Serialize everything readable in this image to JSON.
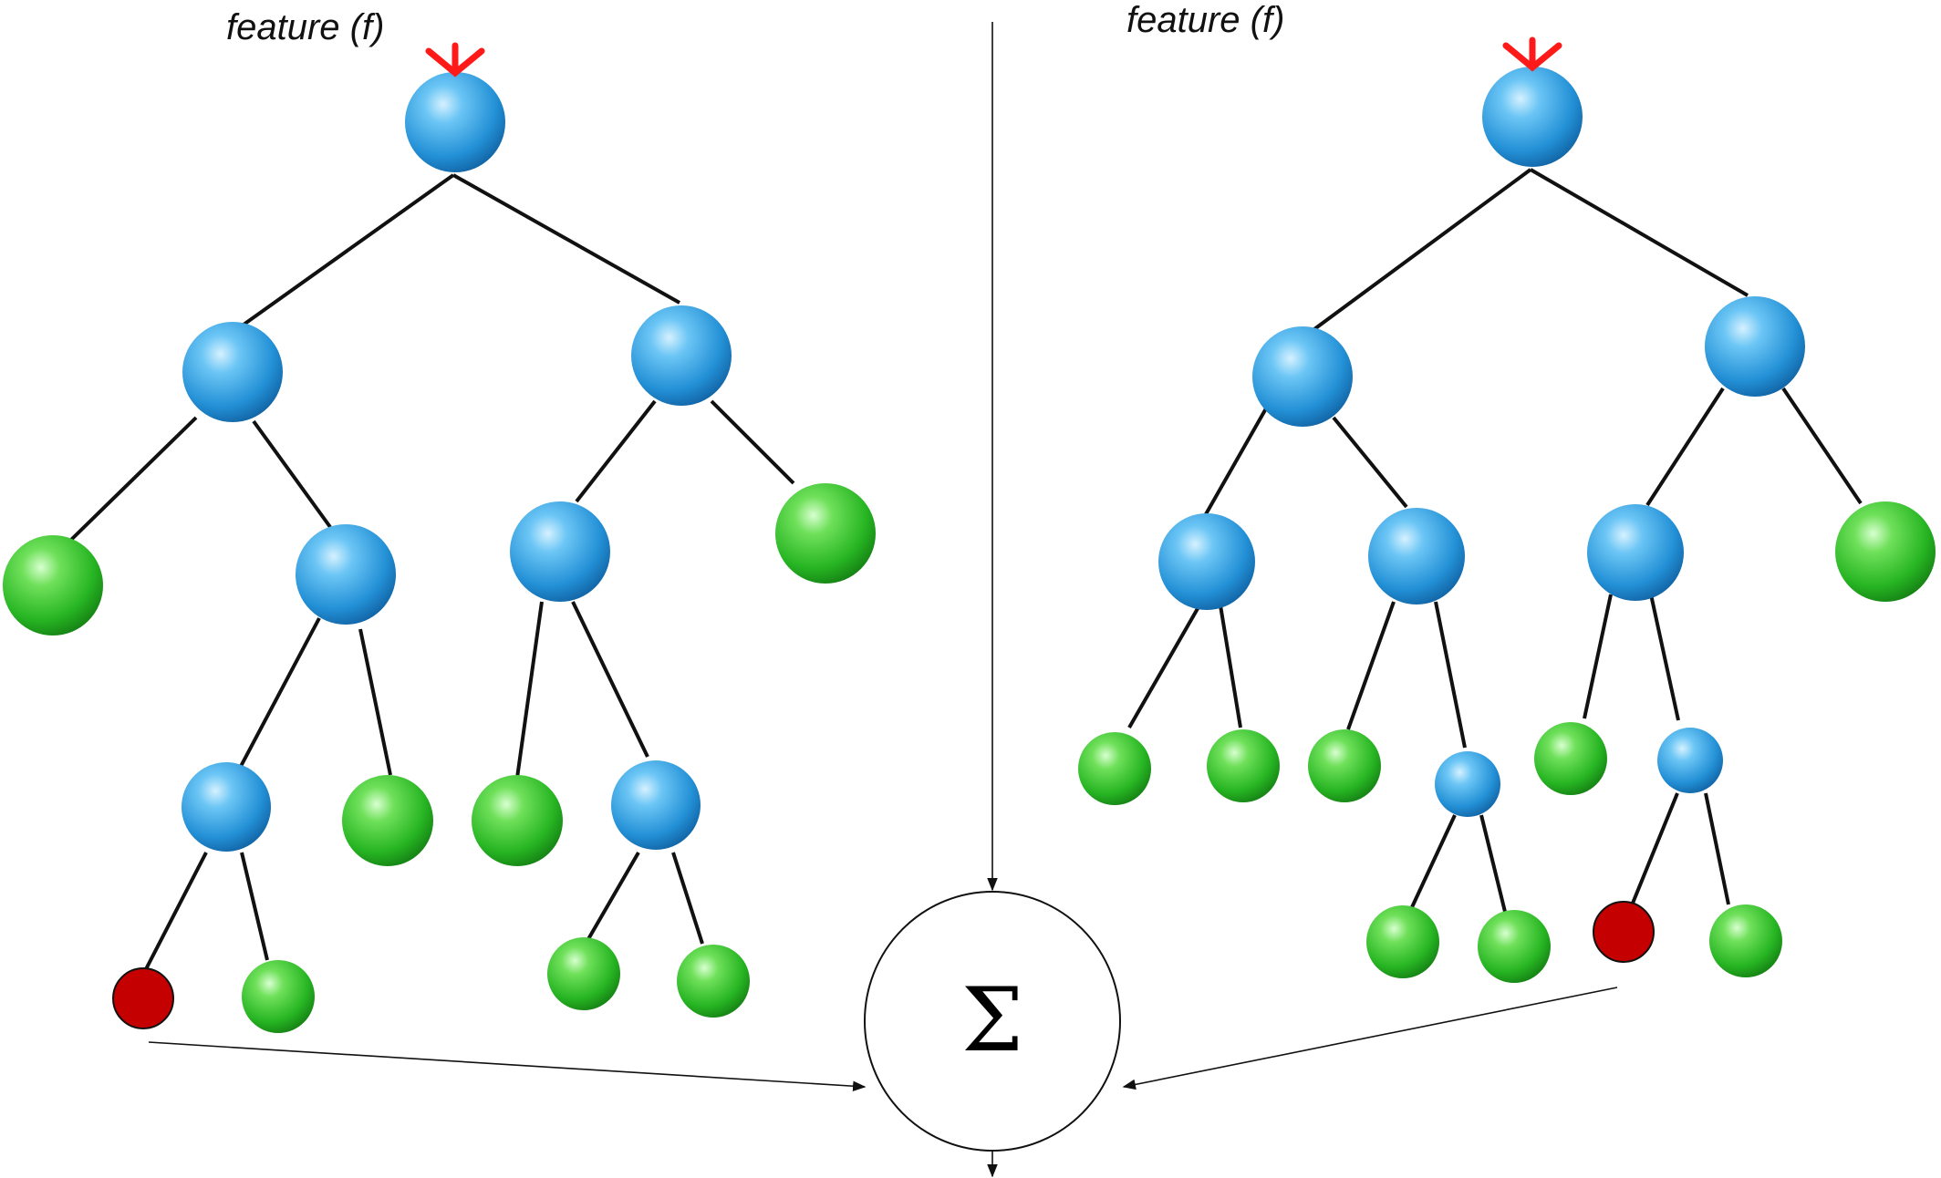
{
  "labels": {
    "left_tree_title": "feature (f)",
    "right_tree_title": "feature (f)",
    "aggregator_symbol": "Σ"
  },
  "colors": {
    "split_node": "#2f9be0",
    "leaf_node": "#2fbf2f",
    "highlighted_leaf": "#c40000",
    "root_marker": "#ff1a1a",
    "edge": "#111111"
  },
  "icons": {
    "split_node": "blue-sphere-icon",
    "leaf_node": "green-sphere-icon",
    "highlighted_leaf": "red-circle-icon",
    "root_marker": "red-arrow-icon"
  }
}
